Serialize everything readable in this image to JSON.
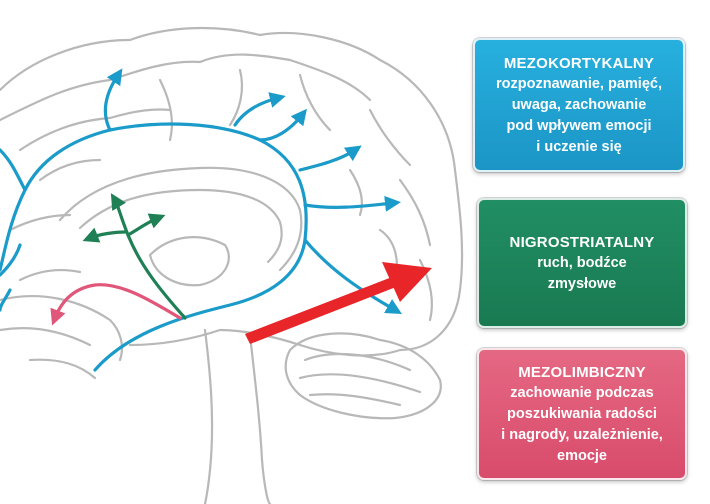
{
  "colors": {
    "mezokortykalny": "#1f9ecf",
    "nigrostriatalny": "#1e8a5e",
    "mezolimbiczny": "#dd5674",
    "pathway_arrow_blue": "#1a9bc9",
    "pathway_arrow_green": "#1f7f55",
    "pathway_arrow_pink": "#e0577a",
    "highlight_arrow_red": "#e8262a",
    "brain_outline": "#b8b8b8"
  },
  "boxes": {
    "mezokortykalny": {
      "title": "MEZOKORTYKALNY",
      "lines": [
        "rozpoznawanie, pamięć,",
        "uwaga, zachowanie",
        "pod wpływem emocji",
        "i uczenie się"
      ]
    },
    "nigrostriatalny": {
      "title": "NIGROSTRIATALNY",
      "lines": [
        "ruch, bodźce",
        "zmysłowe"
      ]
    },
    "mezolimbiczny": {
      "title": "MEZOLIMBICZNY",
      "lines": [
        "zachowanie podczas",
        "poszukiwania radości",
        "i nagrody, uzależnienie,",
        "emocje"
      ]
    }
  }
}
